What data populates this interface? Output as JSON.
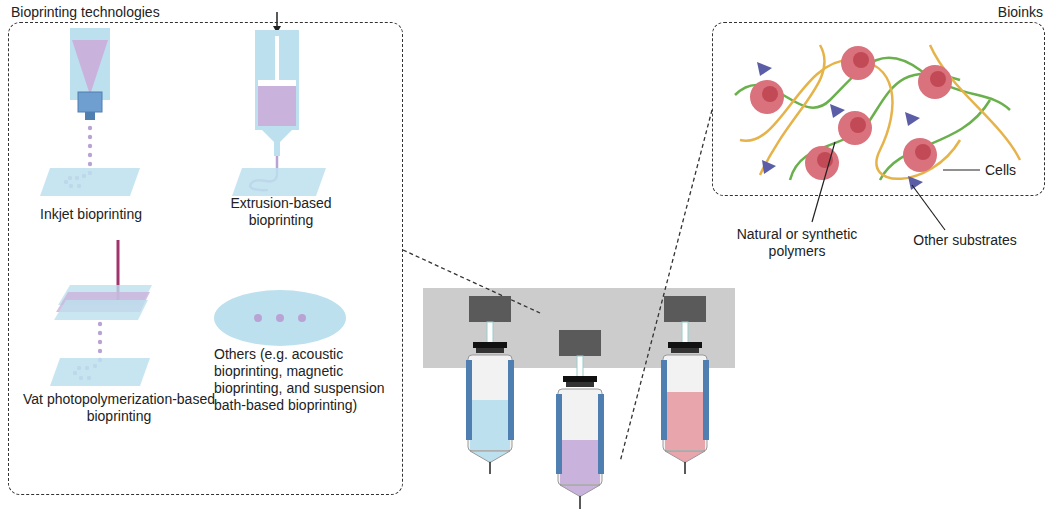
{
  "diagram": {
    "nodes": [
      {
        "text": [
          "Bioprinting technologies",
          "Inkjet bioprinting",
          "Extrusion-based bioprinting",
          "Vat photopolymerization-based bioprinting",
          "Others (e.g. acoustic bioprinting, magnetic bioprinting, and suspension bath-based bioprinting)"
        ]
      },
      {
        "text": [
          "Bioinks"
        ]
      }
    ],
    "labels": [
      "Cells",
      "Natural or synthetic polymers",
      "Other substrates"
    ]
  }
}
